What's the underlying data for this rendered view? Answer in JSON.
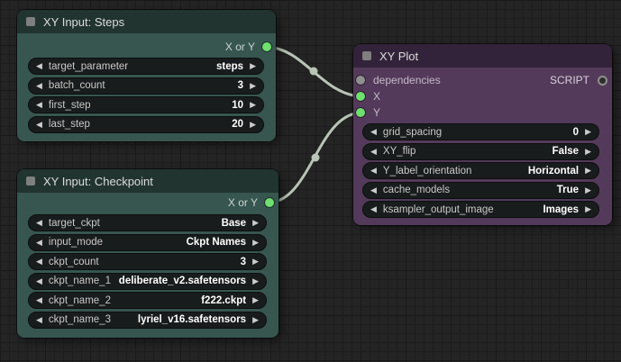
{
  "colors": {
    "background": "#242424",
    "teal_title": "#213430",
    "teal_body": "#36564f",
    "purple_title": "#32233a",
    "purple_body": "#543a5a",
    "widget_bg": "#191c1c",
    "wire": "#b8c5b6",
    "slot_green": "#6fe06f",
    "slot_gray": "#8f8f8f"
  },
  "icons": {
    "decrement_arrow": "◀",
    "increment_arrow": "▶"
  },
  "nodes": {
    "steps": {
      "title": "XY Input: Steps",
      "output_label": "X or Y",
      "widgets": [
        {
          "label": "target_parameter",
          "value": "steps"
        },
        {
          "label": "batch_count",
          "value": "3"
        },
        {
          "label": "first_step",
          "value": "10"
        },
        {
          "label": "last_step",
          "value": "20"
        }
      ]
    },
    "checkpoint": {
      "title": "XY Input: Checkpoint",
      "output_label": "X or Y",
      "widgets": [
        {
          "label": "target_ckpt",
          "value": "Base"
        },
        {
          "label": "input_mode",
          "value": "Ckpt Names"
        },
        {
          "label": "ckpt_count",
          "value": "3"
        },
        {
          "label": "ckpt_name_1",
          "value": "deliberate_v2.safetensors"
        },
        {
          "label": "ckpt_name_2",
          "value": "f222.ckpt"
        },
        {
          "label": "ckpt_name_3",
          "value": "lyriel_v16.safetensors"
        }
      ]
    },
    "xy_plot": {
      "title": "XY Plot",
      "inputs": {
        "dependencies": "dependencies",
        "x": "X",
        "y": "Y"
      },
      "output_label": "SCRIPT",
      "widgets": [
        {
          "label": "grid_spacing",
          "value": "0"
        },
        {
          "label": "XY_flip",
          "value": "False"
        },
        {
          "label": "Y_label_orientation",
          "value": "Horizontal"
        },
        {
          "label": "cache_models",
          "value": "True"
        },
        {
          "label": "ksampler_output_image",
          "value": "Images"
        }
      ]
    }
  }
}
